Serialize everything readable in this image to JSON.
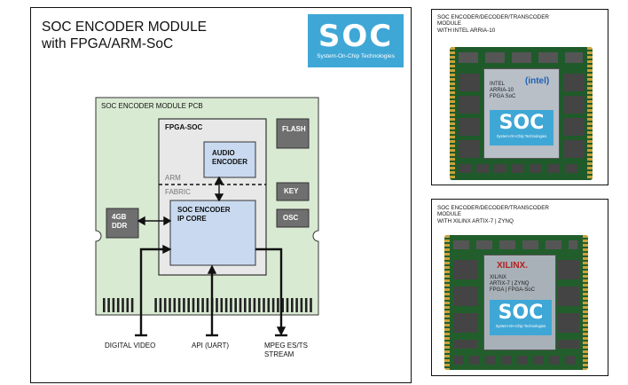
{
  "main_panel": {
    "title": "SOC ENCODER MODULE\nwith FPGA/ARM-SoC",
    "logo": {
      "text": "SOC",
      "tagline": "System-On-Chip Technologies"
    }
  },
  "diagram": {
    "pcb_label": "SOC ENCODER MODULE PCB",
    "fpga_label": "FPGA-SOC",
    "arm_label": "ARM",
    "fabric_label": "FABRIC",
    "audio_encoder": "AUDIO\nENCODER",
    "ip_core": "SOC ENCODER\nIP CORE",
    "flash": "FLASH",
    "key": "KEY",
    "osc": "OSC",
    "ddr": "4GB\nDDR",
    "io": {
      "digital_video": "DIGITAL VIDEO",
      "api": "API (UART)",
      "mpeg": "MPEG ES/TS\nSTREAM"
    },
    "colors": {
      "pcb": "#d9ead3",
      "fpga": "#e8e8e8",
      "ipcore": "#c9daf0",
      "component": "#6f6f6f"
    }
  },
  "product_cards": [
    {
      "caption": "SOC ENCODER/DECODER/TRANSCODER\nMODULE\nWITH INTEL ARRIA-10",
      "chip_brand": "(intel)",
      "chip_text": "INTEL\nARRIA-10\nFPGA SoC",
      "chip_logo": "SOC",
      "chip_tagline": "System-On-Chip Technologies"
    },
    {
      "caption": "SOC ENCODER/DECODER/TRANSCODER\nMODULE\nWITH XILINX ARTIX-7 | ZYNQ",
      "chip_brand": "XILINX.",
      "chip_text": "XILINX\nARTIX-7 | ZYNQ\nFPGA | FPGA-SoC",
      "chip_logo": "SOC",
      "chip_tagline": "System-On-Chip Technologies"
    }
  ]
}
